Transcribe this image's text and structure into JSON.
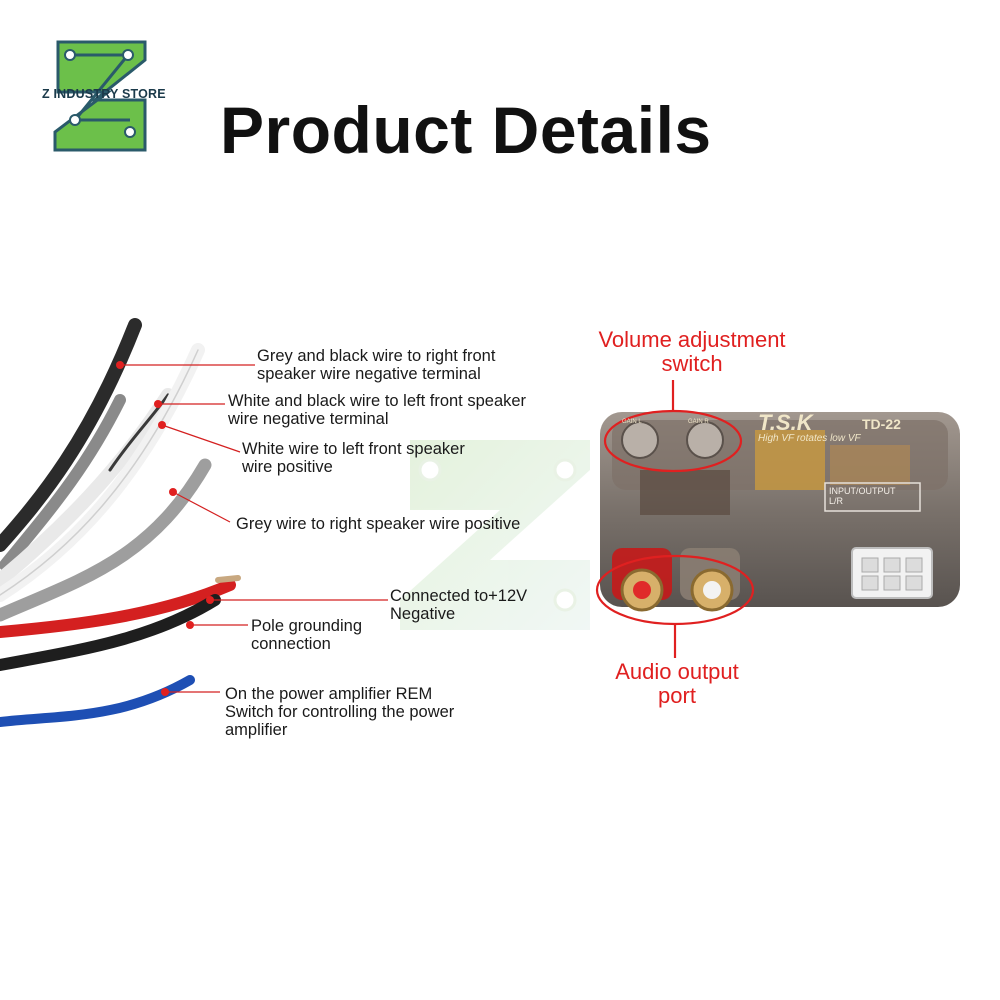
{
  "header": {
    "brand_name": "Z INDUSTRY STORE",
    "title": "Product Details"
  },
  "device": {
    "brand": "T.S.K",
    "model": "TD-22",
    "subtitle": "High VF rotates low VF",
    "io_label_line1": "INPUT/OUTPUT",
    "io_label_line2": "L/R",
    "knob_left_label": "GAIN L",
    "knob_right_label": "GAIN R"
  },
  "wire_labels": [
    {
      "line1": "Grey and black wire to right front",
      "line2": "speaker wire negative terminal",
      "line3": ""
    },
    {
      "line1": "White and black wire to left front speaker",
      "line2": "wire negative terminal",
      "line3": ""
    },
    {
      "line1": "White wire to left front speaker",
      "line2": "wire positive",
      "line3": ""
    },
    {
      "line1": "Grey wire to right speaker wire positive",
      "line2": "",
      "line3": ""
    },
    {
      "line1": "Connected to+12V",
      "line2": "Negative",
      "line3": ""
    },
    {
      "line1": "Pole grounding",
      "line2": "connection",
      "line3": ""
    },
    {
      "line1": "On the power amplifier REM",
      "line2": "Switch for controlling the power",
      "line3": "amplifier"
    }
  ],
  "callouts": {
    "volume_line1": "Volume adjustment",
    "volume_line2": "switch",
    "audio_line1": "Audio output",
    "audio_line2": "port"
  },
  "colors": {
    "accent_red": "#e02020",
    "logo_green": "#6cc04a",
    "logo_dark": "#2a5a6a"
  }
}
